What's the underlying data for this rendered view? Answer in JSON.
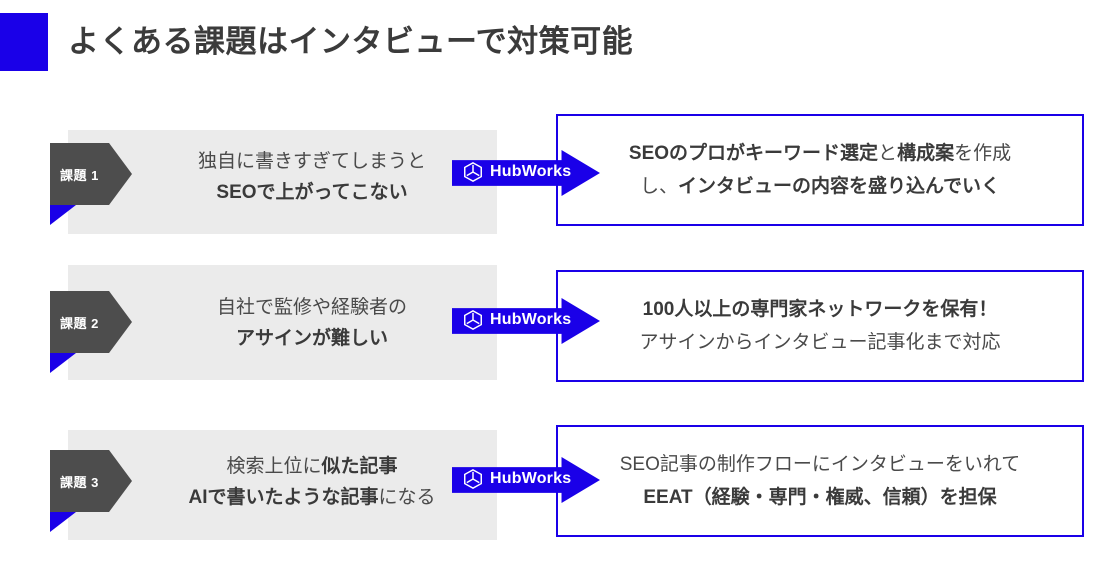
{
  "header": {
    "title": "よくある課題はインタビューで対策可能",
    "accent_color": "#1a00e8"
  },
  "theme": {
    "brand_blue": "#1a00e8",
    "tag_gray": "#4d4d4d",
    "panel_gray": "#ebebeb",
    "text_gray": "#4a4a4a"
  },
  "brand": {
    "name": "HubWorks",
    "logo_icon": "hexagon-cube-icon"
  },
  "rows": [
    {
      "tag": "課題 1",
      "problem": {
        "line1_plain": "独自に書きすぎてしまうと",
        "line2_bold": "SEOで上がってこない"
      },
      "solution": {
        "seg1_bold": "SEOのプロが",
        "seg2_bold": "キーワード選定",
        "seg3_plain": "と",
        "seg4_bold": "構成案",
        "seg5_plain": "を作成",
        "seg6_plain": "し、",
        "seg7_bold": "インタビューの内容を盛り込んでいく"
      }
    },
    {
      "tag": "課題 2",
      "problem": {
        "line1_plain": "自社で監修や経験者の",
        "line2_bold": "アサインが難しい"
      },
      "solution": {
        "line1_bold": "100人以上の専門家ネットワークを保有！",
        "line2_plain": "アサインからインタビュー記事化まで対応"
      }
    },
    {
      "tag": "課題 3",
      "problem": {
        "line1_plain": "検索上位に",
        "line1_bold": "似た記事",
        "line2_bold": "AIで書いたような記事",
        "line2_plain": "になる"
      },
      "solution": {
        "line1_plain": "SEO記事の制作フローにインタビューをいれて",
        "line2_bold": "EEAT（経験・専門・権威、信頼）を担保"
      }
    }
  ]
}
